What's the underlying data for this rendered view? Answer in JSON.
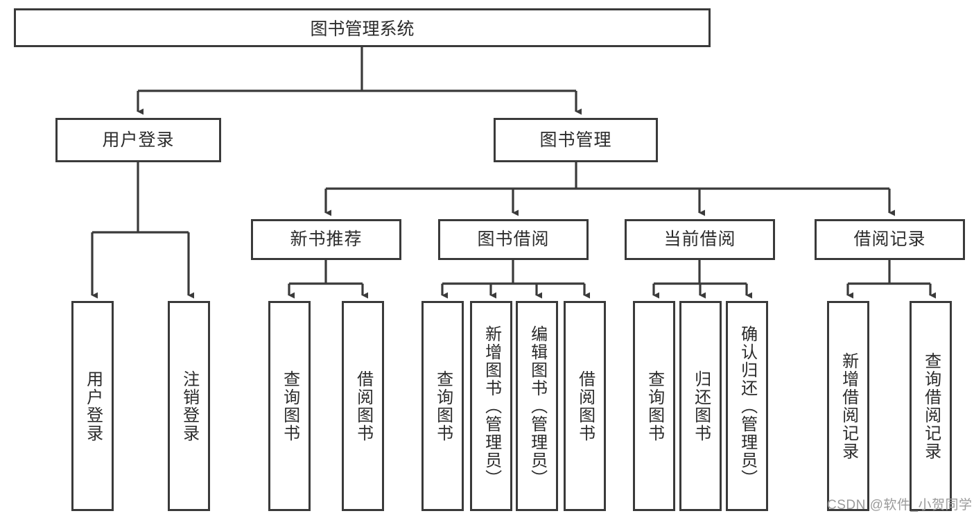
{
  "diagram": {
    "title": "图书管理系统",
    "type": "tree-hierarchy-chart",
    "root": {
      "label": "图书管理系统"
    },
    "level2": [
      {
        "label": "用户登录"
      },
      {
        "label": "图书管理"
      }
    ],
    "level3": [
      {
        "label": "新书推荐"
      },
      {
        "label": "图书借阅"
      },
      {
        "label": "当前借阅"
      },
      {
        "label": "借阅记录"
      }
    ],
    "leaves": {
      "user_login": [
        {
          "label": "用户登录"
        },
        {
          "label": "注销登录"
        }
      ],
      "new_book_recommend": [
        {
          "label": "查询图书"
        },
        {
          "label": "借阅图书"
        }
      ],
      "book_borrow": [
        {
          "label": "查询图书"
        },
        {
          "label": "新增图书（管理员）"
        },
        {
          "label": "编辑图书（管理员）"
        },
        {
          "label": "借阅图书"
        }
      ],
      "current_borrow": [
        {
          "label": "查询图书"
        },
        {
          "label": "归还图书"
        },
        {
          "label": "确认归还（管理员）"
        }
      ],
      "borrow_record": [
        {
          "label": "新增借阅记录"
        },
        {
          "label": "查询借阅记录"
        }
      ]
    }
  },
  "watermark": {
    "text": "CSDN @软件_小贺同学"
  },
  "colors": {
    "border": "#3a3a3a",
    "text": "#2b2b2b",
    "background": "#ffffff",
    "watermark": "#9a9a9a"
  }
}
